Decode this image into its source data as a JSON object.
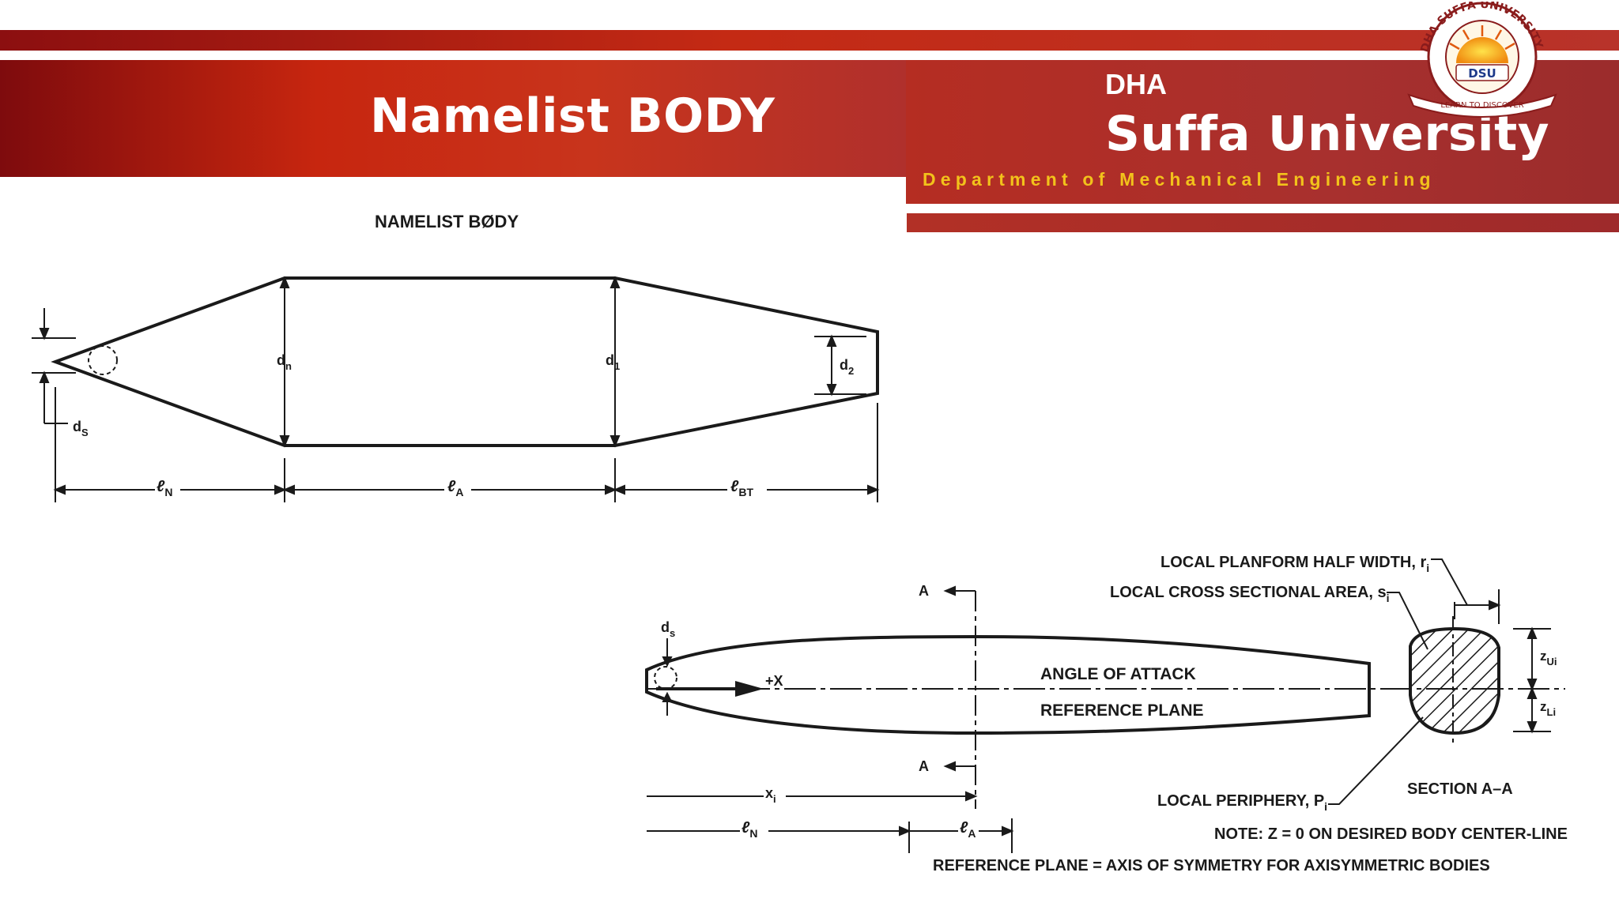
{
  "header": {
    "title": "Namelist BODY",
    "brand_small": "DHA",
    "brand_large": "Suffa University",
    "department": "Department of Mechanical Engineering",
    "logo": {
      "ring_text": "DHA SUFFA UNIVERSITY",
      "center_text": "DSU",
      "ribbon_text": "LEARN TO DISCOVER"
    }
  },
  "figure1": {
    "heading": "NAMELIST BØDY",
    "labels": {
      "dn": "d",
      "dn_sub": "n",
      "d1": "d",
      "d1_sub": "1",
      "d2": "d",
      "d2_sub": "2",
      "ds": "d",
      "ds_sub": "S",
      "lN": "ℓ",
      "lN_sub": "N",
      "lA": "ℓ",
      "lA_sub": "A",
      "lBT": "ℓ",
      "lBT_sub": "BT"
    }
  },
  "figure2": {
    "section_marker": "A",
    "ds": "d",
    "ds_sub": "s",
    "plus_x": "+X",
    "angle_of_attack": "ANGLE OF ATTACK",
    "reference_plane": "REFERENCE PLANE",
    "xi": "x",
    "xi_sub": "i",
    "lN": "ℓ",
    "lN_sub": "N",
    "lA": "ℓ",
    "lA_sub": "A",
    "planform_half_width": "LOCAL PLANFORM HALF WIDTH, r",
    "planform_sub": "i",
    "cross_sectional_area": "LOCAL CROSS SECTIONAL AREA, s",
    "cross_sub": "i",
    "zu": "z",
    "zu_sub": "Ui",
    "zl": "z",
    "zl_sub": "Li",
    "local_periphery": "LOCAL PERIPHERY, P",
    "periphery_sub": "i",
    "section_label": "SECTION A–A",
    "note": "NOTE: Z = 0 ON DESIRED BODY CENTER-LINE",
    "reference_note": "REFERENCE PLANE = AXIS OF SYMMETRY FOR AXISYMMETRIC BODIES"
  },
  "colors": {
    "band_dark": "#7e0b0d",
    "band_bright": "#c7260f",
    "band_right": "#a8302e",
    "accent_gold": "#f2c21b",
    "ink": "#1a1a1a"
  }
}
